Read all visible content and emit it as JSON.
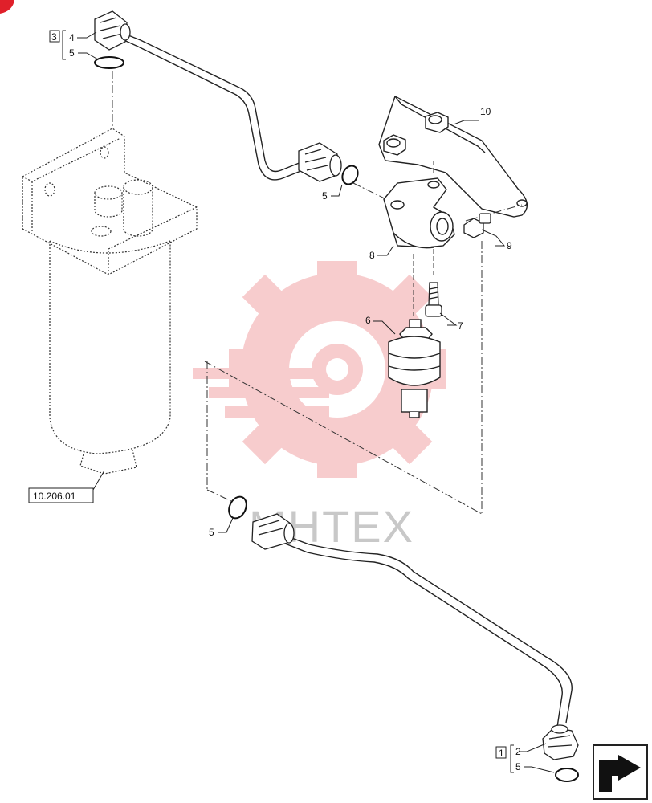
{
  "callouts": {
    "c2": "2",
    "c3": "3",
    "c4": "4",
    "c5a": "5",
    "c5b": "5",
    "c5c": "5",
    "c5d": "5",
    "c6": "6",
    "c7": "7",
    "c8": "8",
    "c9": "9",
    "c10": "10",
    "c1": "1"
  },
  "reference": "10.206.01",
  "watermark": "MHTEX",
  "colors": {
    "line": "#222222",
    "watermark_gear": "#f2a3a6",
    "corner_mark": "#e0202a"
  },
  "icons": {
    "nav": "arrow-nav-icon",
    "watermark": "gear-wrench-logo-icon"
  }
}
